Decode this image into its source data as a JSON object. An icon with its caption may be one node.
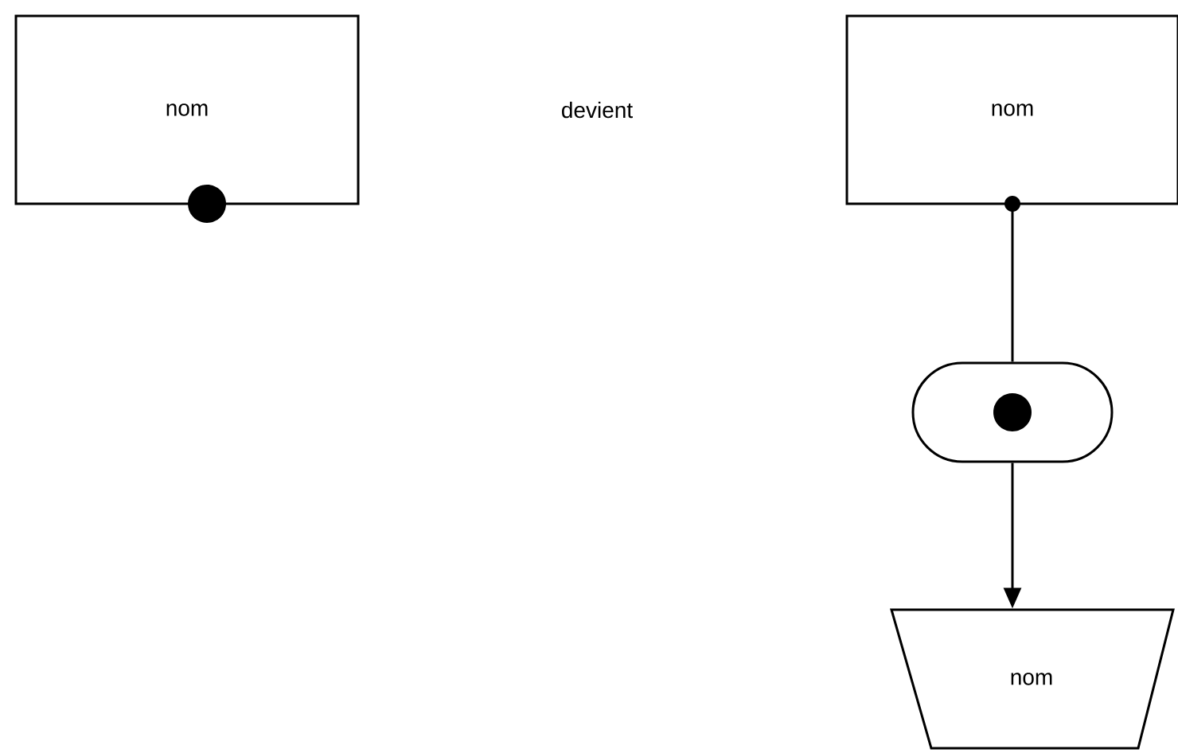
{
  "diagram": {
    "nodes": [
      {
        "text": [
          "nom"
        ]
      },
      {
        "text": [
          "nom"
        ]
      },
      {
        "text": [],
        "shape": "capsule"
      },
      {
        "text": [
          "nom"
        ]
      }
    ],
    "edges": [
      {
        "from": 1,
        "to": 2,
        "arrow": "none"
      },
      {
        "from": 2,
        "to": 3,
        "arrow": "to"
      }
    ],
    "labels": [
      "devient"
    ]
  }
}
